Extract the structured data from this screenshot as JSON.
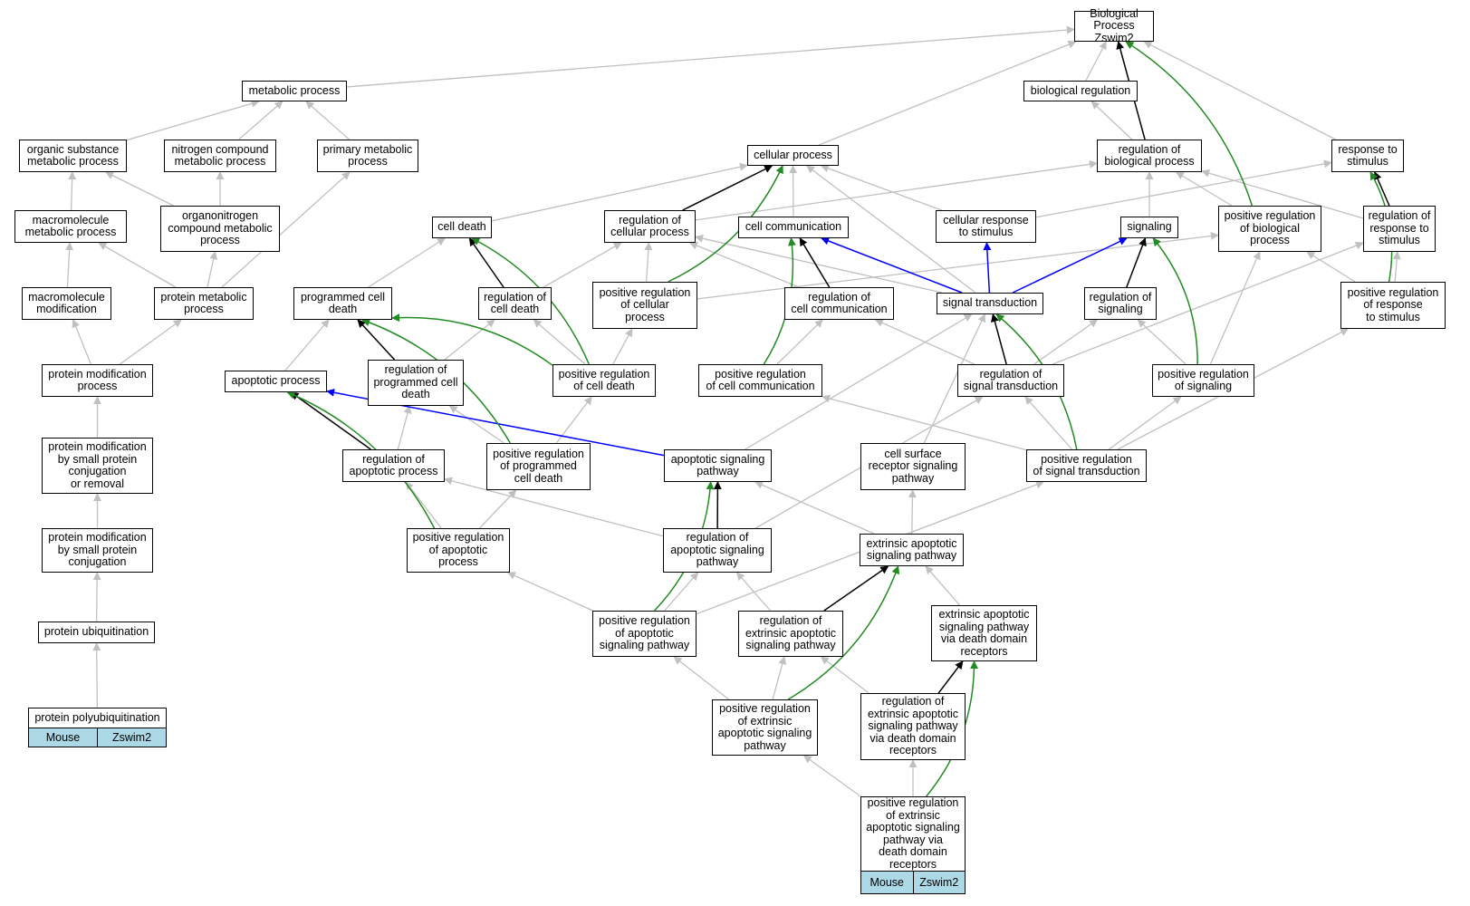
{
  "colors": {
    "is_a": "#c0c0c0",
    "part_of": "#000000",
    "positively_regulates": "#228b22",
    "regulates_blue": "#0000ff",
    "tag_bg": "#add8e6"
  },
  "nodes": [
    {
      "id": "bp",
      "label": "Biological Process\nZswim2"
    },
    {
      "id": "mp",
      "label": "metabolic process"
    },
    {
      "id": "br",
      "label": "biological regulation"
    },
    {
      "id": "osmp",
      "label": "organic substance\nmetabolic process"
    },
    {
      "id": "ncmp",
      "label": "nitrogen compound\nmetabolic process"
    },
    {
      "id": "pmp",
      "label": "primary metabolic\nprocess"
    },
    {
      "id": "cp",
      "label": "cellular process"
    },
    {
      "id": "rbp",
      "label": "regulation of\nbiological process"
    },
    {
      "id": "rts",
      "label": "response to\nstimulus"
    },
    {
      "id": "mmp",
      "label": "macromolecule\nmetabolic process"
    },
    {
      "id": "oncmp",
      "label": "organonitrogen\ncompound metabolic\nprocess"
    },
    {
      "id": "cd",
      "label": "cell death"
    },
    {
      "id": "rcp",
      "label": "regulation of\ncellular process"
    },
    {
      "id": "cc",
      "label": "cell communication"
    },
    {
      "id": "crs",
      "label": "cellular response\nto stimulus"
    },
    {
      "id": "sig",
      "label": "signaling"
    },
    {
      "id": "prbp",
      "label": "positive regulation\nof biological\nprocess"
    },
    {
      "id": "rrs",
      "label": "regulation of\nresponse to\nstimulus"
    },
    {
      "id": "mm",
      "label": "macromolecule\nmodification"
    },
    {
      "id": "protmp",
      "label": "protein metabolic\nprocess"
    },
    {
      "id": "pcd",
      "label": "programmed cell\ndeath"
    },
    {
      "id": "rcd",
      "label": "regulation of\ncell death"
    },
    {
      "id": "prcp",
      "label": "positive regulation\nof cellular\nprocess"
    },
    {
      "id": "rcc",
      "label": "regulation of\ncell communication"
    },
    {
      "id": "st",
      "label": "signal transduction"
    },
    {
      "id": "rsig",
      "label": "regulation of\nsignaling"
    },
    {
      "id": "prrs",
      "label": "positive regulation\nof response\nto stimulus"
    },
    {
      "id": "pmod",
      "label": "protein modification\nprocess"
    },
    {
      "id": "ap",
      "label": "apoptotic process"
    },
    {
      "id": "rpcd",
      "label": "regulation of\nprogrammed cell\ndeath"
    },
    {
      "id": "prcd",
      "label": "positive regulation\nof cell death"
    },
    {
      "id": "prcc",
      "label": "positive regulation\nof cell communication"
    },
    {
      "id": "rst",
      "label": "regulation of\nsignal transduction"
    },
    {
      "id": "prsig",
      "label": "positive regulation\nof signaling"
    },
    {
      "id": "pmsp",
      "label": "protein modification\nby small protein\nconjugation\nor removal"
    },
    {
      "id": "rap",
      "label": "regulation of\napoptotic process"
    },
    {
      "id": "prpcd",
      "label": "positive regulation\nof programmed\ncell death"
    },
    {
      "id": "asp",
      "label": "apoptotic signaling\npathway"
    },
    {
      "id": "csrsp",
      "label": "cell surface\nreceptor signaling\npathway"
    },
    {
      "id": "prst",
      "label": "positive regulation\nof signal transduction"
    },
    {
      "id": "pmspc",
      "label": "protein modification\nby small protein\nconjugation"
    },
    {
      "id": "prap",
      "label": "positive regulation\nof apoptotic\nprocess"
    },
    {
      "id": "rasp",
      "label": "regulation of\napoptotic signaling\npathway"
    },
    {
      "id": "easp",
      "label": "extrinsic apoptotic\nsignaling pathway"
    },
    {
      "id": "pu",
      "label": "protein ubiquitination"
    },
    {
      "id": "prasp",
      "label": "positive regulation\nof apoptotic\nsignaling pathway"
    },
    {
      "id": "reasp",
      "label": "regulation of\nextrinsic apoptotic\nsignaling pathway"
    },
    {
      "id": "easpdd",
      "label": "extrinsic apoptotic\nsignaling pathway\nvia death domain\nreceptors"
    },
    {
      "id": "ppu",
      "label": "protein polyubiquitination"
    },
    {
      "id": "preasp",
      "label": "positive regulation\nof extrinsic\napoptotic signaling\npathway"
    },
    {
      "id": "reaspdd",
      "label": "regulation of\nextrinsic apoptotic\nsignaling pathway\nvia death domain\nreceptors"
    },
    {
      "id": "preaspdd",
      "label": "positive regulation\nof extrinsic\napoptotic signaling\npathway via\ndeath domain\nreceptors"
    }
  ],
  "tags": [
    {
      "node": "ppu",
      "species": "Mouse",
      "gene": "Zswim2"
    },
    {
      "node": "preaspdd",
      "species": "Mouse",
      "gene": "Zswim2"
    }
  ],
  "edges": [
    {
      "from": "mp",
      "to": "bp",
      "type": "is_a"
    },
    {
      "from": "br",
      "to": "bp",
      "type": "is_a"
    },
    {
      "from": "cp",
      "to": "bp",
      "type": "is_a"
    },
    {
      "from": "rbp",
      "to": "bp",
      "type": "part_of"
    },
    {
      "from": "prbp",
      "to": "bp",
      "type": "positively_regulates"
    },
    {
      "from": "rts",
      "to": "bp",
      "type": "is_a"
    },
    {
      "from": "osmp",
      "to": "mp",
      "type": "is_a"
    },
    {
      "from": "ncmp",
      "to": "mp",
      "type": "is_a"
    },
    {
      "from": "pmp",
      "to": "mp",
      "type": "is_a"
    },
    {
      "from": "mmp",
      "to": "osmp",
      "type": "is_a"
    },
    {
      "from": "oncmp",
      "to": "ncmp",
      "type": "is_a"
    },
    {
      "from": "oncmp",
      "to": "osmp",
      "type": "is_a"
    },
    {
      "from": "mm",
      "to": "mmp",
      "type": "is_a"
    },
    {
      "from": "protmp",
      "to": "mmp",
      "type": "is_a"
    },
    {
      "from": "protmp",
      "to": "oncmp",
      "type": "is_a"
    },
    {
      "from": "protmp",
      "to": "pmp",
      "type": "is_a"
    },
    {
      "from": "pmod",
      "to": "mm",
      "type": "is_a"
    },
    {
      "from": "pmod",
      "to": "protmp",
      "type": "is_a"
    },
    {
      "from": "pmsp",
      "to": "pmod",
      "type": "is_a"
    },
    {
      "from": "pmspc",
      "to": "pmsp",
      "type": "is_a"
    },
    {
      "from": "pu",
      "to": "pmspc",
      "type": "is_a"
    },
    {
      "from": "ppu",
      "to": "pu",
      "type": "is_a"
    },
    {
      "from": "rbp",
      "to": "br",
      "type": "is_a"
    },
    {
      "from": "rcp",
      "to": "cp",
      "type": "part_of"
    },
    {
      "from": "cd",
      "to": "cp",
      "type": "is_a"
    },
    {
      "from": "cc",
      "to": "cp",
      "type": "is_a"
    },
    {
      "from": "crs",
      "to": "cp",
      "type": "is_a"
    },
    {
      "from": "prcp",
      "to": "cp",
      "type": "positively_regulates"
    },
    {
      "from": "st",
      "to": "cp",
      "type": "is_a"
    },
    {
      "from": "rcp",
      "to": "rbp",
      "type": "is_a"
    },
    {
      "from": "sig",
      "to": "rbp",
      "type": "is_a"
    },
    {
      "from": "prbp",
      "to": "rbp",
      "type": "is_a"
    },
    {
      "from": "rrs",
      "to": "rbp",
      "type": "is_a"
    },
    {
      "from": "crs",
      "to": "rts",
      "type": "is_a"
    },
    {
      "from": "rrs",
      "to": "rts",
      "type": "part_of"
    },
    {
      "from": "prrs",
      "to": "rts",
      "type": "positively_regulates"
    },
    {
      "from": "pcd",
      "to": "cd",
      "type": "is_a"
    },
    {
      "from": "rcd",
      "to": "cd",
      "type": "part_of"
    },
    {
      "from": "prcd",
      "to": "cd",
      "type": "positively_regulates"
    },
    {
      "from": "rcd",
      "to": "rcp",
      "type": "is_a"
    },
    {
      "from": "prcp",
      "to": "rcp",
      "type": "is_a"
    },
    {
      "from": "rcc",
      "to": "rcp",
      "type": "is_a"
    },
    {
      "from": "st",
      "to": "rcp",
      "type": "is_a"
    },
    {
      "from": "rcc",
      "to": "cc",
      "type": "part_of"
    },
    {
      "from": "st",
      "to": "cc",
      "type": "regulates_blue"
    },
    {
      "from": "prcc",
      "to": "cc",
      "type": "positively_regulates"
    },
    {
      "from": "st",
      "to": "crs",
      "type": "regulates_blue"
    },
    {
      "from": "st",
      "to": "sig",
      "type": "regulates_blue"
    },
    {
      "from": "rsig",
      "to": "sig",
      "type": "part_of"
    },
    {
      "from": "prsig",
      "to": "sig",
      "type": "positively_regulates"
    },
    {
      "from": "prcp",
      "to": "prbp",
      "type": "is_a"
    },
    {
      "from": "prsig",
      "to": "prbp",
      "type": "is_a"
    },
    {
      "from": "prrs",
      "to": "prbp",
      "type": "is_a"
    },
    {
      "from": "rst",
      "to": "rrs",
      "type": "is_a"
    },
    {
      "from": "prrs",
      "to": "rrs",
      "type": "is_a"
    },
    {
      "from": "ap",
      "to": "pcd",
      "type": "is_a"
    },
    {
      "from": "rpcd",
      "to": "pcd",
      "type": "part_of"
    },
    {
      "from": "prcd",
      "to": "pcd",
      "type": "positively_regulates"
    },
    {
      "from": "rpcd",
      "to": "rcd",
      "type": "is_a"
    },
    {
      "from": "prcd",
      "to": "rcd",
      "type": "is_a"
    },
    {
      "from": "prcd",
      "to": "prcp",
      "type": "is_a"
    },
    {
      "from": "prcc",
      "to": "rcc",
      "type": "is_a"
    },
    {
      "from": "rst",
      "to": "rcc",
      "type": "is_a"
    },
    {
      "from": "rst",
      "to": "st",
      "type": "part_of"
    },
    {
      "from": "prst",
      "to": "st",
      "type": "positively_regulates"
    },
    {
      "from": "rst",
      "to": "rsig",
      "type": "is_a"
    },
    {
      "from": "prsig",
      "to": "rsig",
      "type": "is_a"
    },
    {
      "from": "prst",
      "to": "prrs",
      "type": "is_a"
    },
    {
      "from": "rap",
      "to": "ap",
      "type": "part_of"
    },
    {
      "from": "prap",
      "to": "ap",
      "type": "positively_regulates"
    },
    {
      "from": "asp",
      "to": "ap",
      "type": "regulates_blue"
    },
    {
      "from": "rap",
      "to": "rpcd",
      "type": "is_a"
    },
    {
      "from": "prpcd",
      "to": "rpcd",
      "type": "is_a"
    },
    {
      "from": "prpcd",
      "to": "pcd",
      "type": "positively_regulates"
    },
    {
      "from": "prpcd",
      "to": "prcd",
      "type": "is_a"
    },
    {
      "from": "prst",
      "to": "prcc",
      "type": "is_a"
    },
    {
      "from": "prst",
      "to": "rst",
      "type": "is_a"
    },
    {
      "from": "prst",
      "to": "prsig",
      "type": "is_a"
    },
    {
      "from": "asp",
      "to": "st",
      "type": "is_a"
    },
    {
      "from": "csrsp",
      "to": "st",
      "type": "is_a"
    },
    {
      "from": "prap",
      "to": "rap",
      "type": "is_a"
    },
    {
      "from": "prap",
      "to": "prpcd",
      "type": "is_a"
    },
    {
      "from": "rasp",
      "to": "asp",
      "type": "part_of"
    },
    {
      "from": "rasp",
      "to": "rap",
      "type": "is_a"
    },
    {
      "from": "rasp",
      "to": "rst",
      "type": "is_a"
    },
    {
      "from": "easp",
      "to": "asp",
      "type": "is_a"
    },
    {
      "from": "easp",
      "to": "csrsp",
      "type": "is_a"
    },
    {
      "from": "prasp",
      "to": "asp",
      "type": "positively_regulates"
    },
    {
      "from": "prasp",
      "to": "prap",
      "type": "is_a"
    },
    {
      "from": "prasp",
      "to": "rasp",
      "type": "is_a"
    },
    {
      "from": "prasp",
      "to": "prst",
      "type": "is_a"
    },
    {
      "from": "reasp",
      "to": "rasp",
      "type": "is_a"
    },
    {
      "from": "reasp",
      "to": "easp",
      "type": "part_of"
    },
    {
      "from": "easpdd",
      "to": "easp",
      "type": "is_a"
    },
    {
      "from": "preasp",
      "to": "prasp",
      "type": "is_a"
    },
    {
      "from": "preasp",
      "to": "reasp",
      "type": "is_a"
    },
    {
      "from": "preasp",
      "to": "easp",
      "type": "positively_regulates"
    },
    {
      "from": "reaspdd",
      "to": "reasp",
      "type": "is_a"
    },
    {
      "from": "reaspdd",
      "to": "easpdd",
      "type": "part_of"
    },
    {
      "from": "preaspdd",
      "to": "preasp",
      "type": "is_a"
    },
    {
      "from": "preaspdd",
      "to": "reaspdd",
      "type": "is_a"
    },
    {
      "from": "preaspdd",
      "to": "easpdd",
      "type": "positively_regulates"
    }
  ]
}
